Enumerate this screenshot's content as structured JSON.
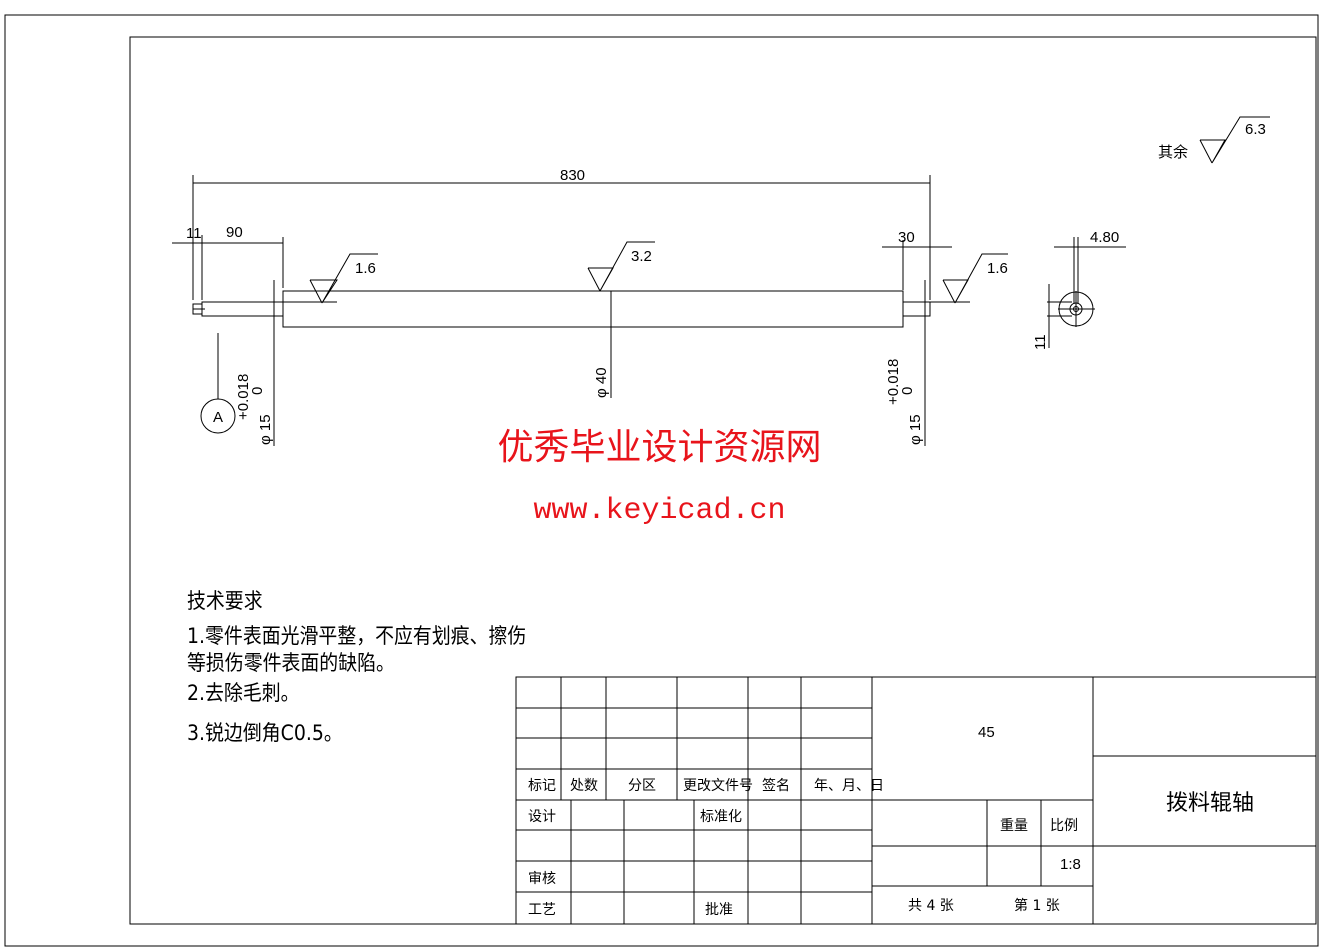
{
  "drawing": {
    "overall_length": "830",
    "left_end": "11",
    "left_journal": "90",
    "right_journal": "30",
    "roughness_left": "1.6",
    "roughness_body": "3.2",
    "roughness_right": "1.6",
    "roughness_other_label": "其余",
    "roughness_other": "6.3",
    "dia_left": "φ 15",
    "tol_upper_left": "+0.018",
    "tol_lower_left": "0",
    "dia_body": "φ 40",
    "dia_right": "φ 15",
    "tol_upper_right": "+0.018",
    "tol_lower_right": "0",
    "datum": "A",
    "side_width": "4.80",
    "side_height": "11"
  },
  "watermark": {
    "title": "优秀毕业设计资源网",
    "url": "www.keyicad.cn"
  },
  "requirements": {
    "heading": "技术要求",
    "lines": [
      "1.零件表面光滑平整，不应有划痕、擦伤",
      "等损伤零件表面的缺陷。",
      "2.去除毛刺。",
      "3.锐边倒角C0.5。"
    ]
  },
  "title_block": {
    "headers": [
      "标记",
      "处数",
      "分区",
      "更改文件号",
      "签名",
      "年、月、日"
    ],
    "design": "设计",
    "standard": "标准化",
    "review": "审核",
    "process": "工艺",
    "approve": "批准",
    "material": "45",
    "weight": "重量",
    "scale_label": "比例",
    "scale": "1:8",
    "sheets_total": "共 4 张",
    "sheet_no": "第 1 张",
    "part_name": "拨料辊轴"
  }
}
